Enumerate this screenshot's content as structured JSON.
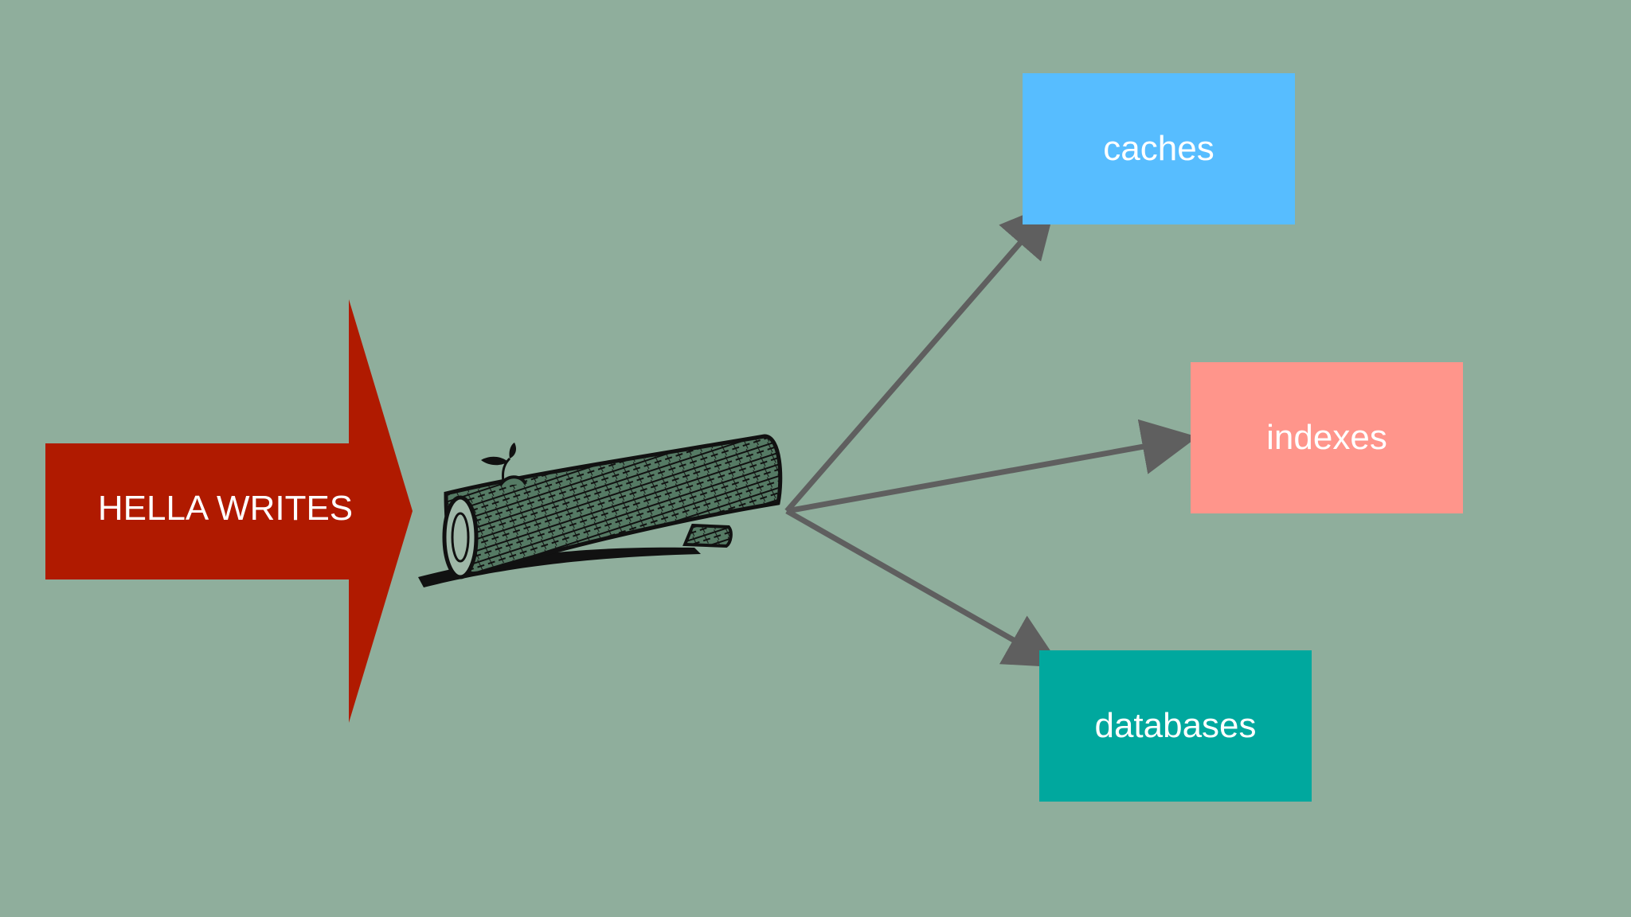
{
  "input": {
    "label": "HELLA WRITES",
    "color": "#b01a00"
  },
  "log": {
    "icon": "log-icon"
  },
  "connector_color": "#5f5f5f",
  "targets": [
    {
      "id": "caches",
      "label": "caches",
      "color": "#57bdff"
    },
    {
      "id": "indexes",
      "label": "indexes",
      "color": "#ff958b"
    },
    {
      "id": "databases",
      "label": "databases",
      "color": "#00a89e"
    }
  ]
}
